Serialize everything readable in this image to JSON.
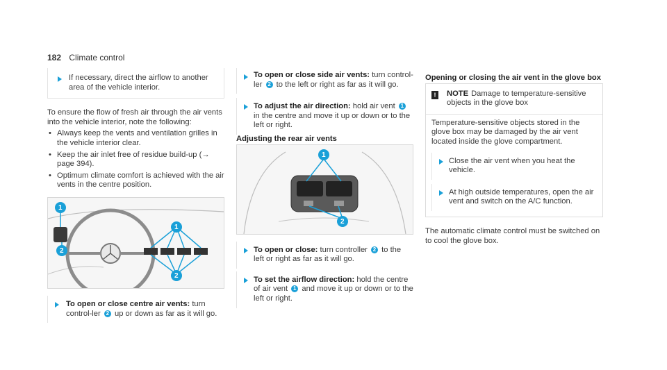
{
  "header": {
    "page_number": "182",
    "section": "Climate control"
  },
  "col1": {
    "step_top": "If necessary, direct the airflow to another area of the vehicle interior.",
    "intro": "To ensure the flow of fresh air through the air vents into the vehicle interior, note the following:",
    "bullets": [
      "Always keep the vents and ventilation grilles in the vehicle interior clear.",
      "Keep the air inlet free of residue build-up (→ page 394).",
      "Optimum climate comfort is achieved with the air vents in the centre position."
    ],
    "step_bold": "To open or close centre air vents:",
    "step_text_a": " turn control-ler ",
    "step_num": "2",
    "step_text_b": " up or down as far as it will go."
  },
  "col2": {
    "s1_bold": "To open or close side air vents:",
    "s1_a": " turn control-ler ",
    "s1_num": "2",
    "s1_b": " to the left or right as far as it will go.",
    "s2_bold": "To adjust the air direction:",
    "s2_a": " hold air vent ",
    "s2_num": "1",
    "s2_b": " in the centre and move it up or down or to the left or right.",
    "subheading": "Adjusting the rear air vents",
    "s3_bold": "To open or close:",
    "s3_a": " turn controller ",
    "s3_num": "2",
    "s3_b": " to the left or right as far as it will go.",
    "s4_bold": "To set the airflow direction:",
    "s4_a": " hold the centre of air vent ",
    "s4_num": "1",
    "s4_b": " and move it up or down or to the left or right."
  },
  "col3": {
    "heading": "Opening or closing the air vent in the glove box",
    "note_icon": "!",
    "note_label": "NOTE",
    "note_head": "Damage to temperature-sensitive objects in the glove box",
    "note_body": "Temperature-sensitive objects stored in the glove box may be damaged by the air vent located inside the glove compartment.",
    "note_step1": "Close the air vent when you heat the vehicle.",
    "note_step2": "At high outside temperatures, open the air vent and switch on the A/C function.",
    "footer_text": "The automatic climate control must be switched on to cool the glove box."
  },
  "callouts": {
    "one": "1",
    "two": "2"
  },
  "colors": {
    "accent": "#1aa0d8"
  }
}
